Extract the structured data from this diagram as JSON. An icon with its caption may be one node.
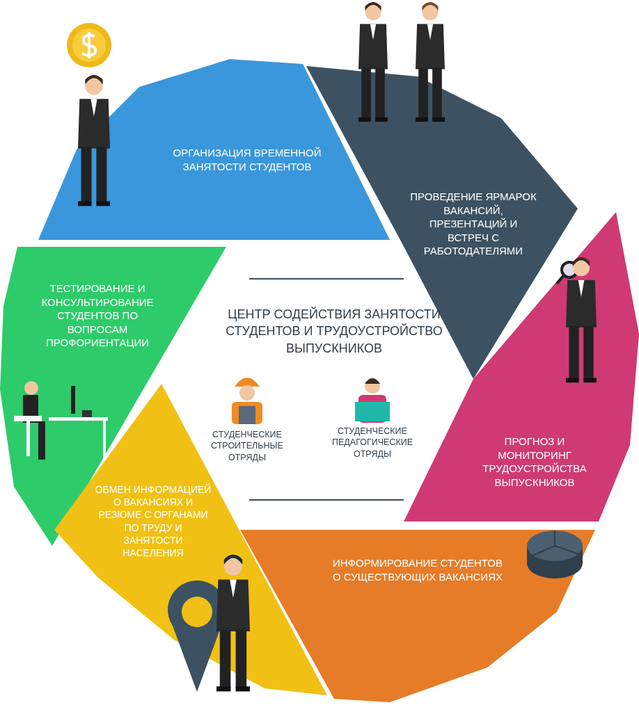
{
  "diagram": {
    "title": "ЦЕНТР СОДЕЙСТВИЯ ЗАНЯТОСТИ СТУДЕНТОВ И ТРУДОУСТРОЙСТВО ВЫПУСКНИКОВ",
    "nodes": [
      {
        "text": [
          "ОРГАНИЗАЦИЯ ВРЕМЕННОЙ ЗАНЯТОСТИ СТУДЕНТОВ"
        ]
      },
      {
        "text": [
          "ПРОВЕДЕНИЕ ЯРМАРОК ВАКАНСИЙ, ПРЕЗЕНТАЦИЙ И ВСТРЕЧ С РАБОТОДАТЕЛЯМИ"
        ]
      },
      {
        "text": [
          "ПРОГНОЗ И МОНИТОРИНГ ТРУДОУСТРОЙСТВА ВЫПУСКНИКОВ"
        ]
      },
      {
        "text": [
          "ИНФОРМИРОВАНИЕ СТУДЕНТОВ О СУЩЕСТВУЮЩИХ ВАКАНСИЯХ"
        ]
      },
      {
        "text": [
          "ОБМЕН ИНФОРМАЦИЕЙ О ВАКАНСИЯХ И РЕЗЮМЕ С ОРГАНАМИ ПО ТРУДУ И ЗАНЯТОСТИ НАСЕЛЕНИЯ"
        ]
      },
      {
        "text": [
          "ТЕСТИРОВАНИЕ И КОНСУЛЬТИРОВАНИЕ СТУДЕНТОВ ПО ВОПРОСАМ ПРОФОРИЕНТАЦИИ"
        ]
      }
    ],
    "labels": [
      "СТУДЕНЧЕСКИЕ СТРОИТЕЛЬНЫЕ ОТРЯДЫ",
      "СТУДЕНЧЕСКИЕ ПЕДАГОГИЧЕСКИЕ ОТРЯДЫ"
    ]
  }
}
